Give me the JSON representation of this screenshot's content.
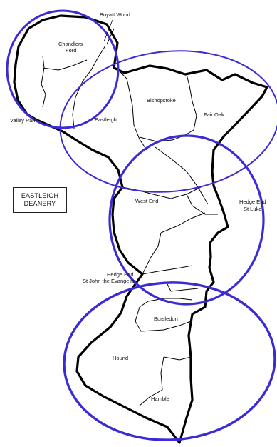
{
  "title_box": {
    "line1": "EASTLEIGH",
    "line2": "DEANERY"
  },
  "parishes": {
    "boyatt_wood": "Boyatt Wood",
    "chandlers_ford_line1": "Chandlers",
    "chandlers_ford_line2": "Ford",
    "valley_park": "Valley Park",
    "eastleigh": "Eastleigh",
    "bishopstoke": "Bishopstoke",
    "fair_oak": "Fair Oak",
    "west_end": "West End",
    "hedge_end_st_luke_line1": "Hedge End",
    "hedge_end_st_luke_line2": "St Luke",
    "hedge_end_st_john_line1": "Hedge End",
    "hedge_end_st_john_line2": "St John the Evangelist",
    "bursledon": "Bursledon",
    "hound": "Hound",
    "hamble": "Hamble"
  },
  "colors": {
    "circle": "#3b2bd4",
    "boundary": "#000000"
  }
}
